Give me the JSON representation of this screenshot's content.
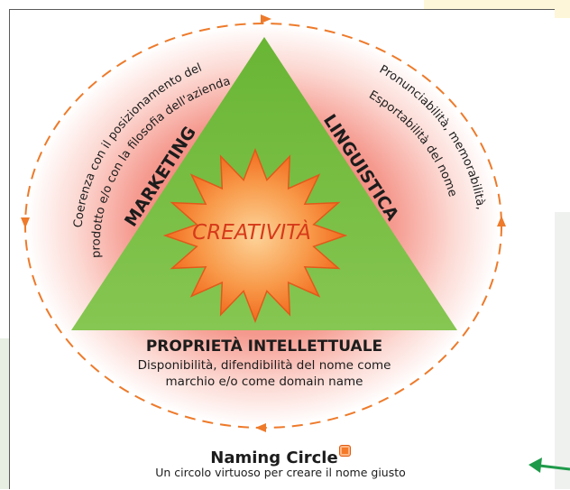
{
  "diagram": {
    "center_label": "CREATIVITÀ",
    "left_heading": "MARKETING",
    "left_desc_line1": "Coerenza con il posizionamento del",
    "left_desc_line2": "prodotto e/o con la filosofia dell'azienda",
    "right_heading": "LINGUISTICA",
    "right_desc_line1": "Pronunciabilità, memorabilità,",
    "right_desc_line2": "Esportabilità del nome",
    "bottom_heading": "PROPRIETÀ INTELLETTUALE",
    "bottom_desc_line1": "Disponibilità, difendibilità del nome come",
    "bottom_desc_line2": "marchio e/o come domain name"
  },
  "caption": {
    "title": "Naming Circle",
    "subtitle": "Un circolo virtuoso per creare il nome giusto"
  },
  "colors": {
    "triangle_green": "#7cc242",
    "star_orange": "#f47a2a",
    "ring_red": "#f26b5b",
    "dash_orange": "#ee7a2a",
    "arrow_green": "#1f9a4a"
  }
}
